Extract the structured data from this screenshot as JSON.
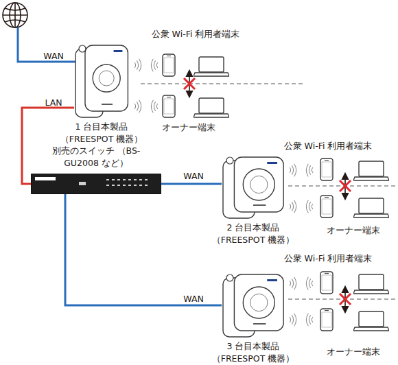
{
  "diagram": {
    "nodes": [
      {
        "text": [
          "1 台目本製品 （FREESPOT 機器）"
        ]
      },
      {
        "text": [
          "別売のスイッチ （BS-GU2008 など）"
        ]
      },
      {
        "text": [
          "2 台目本製品 （FREESPOT 機器）"
        ]
      },
      {
        "text": [
          "3 台目本製品 （FREESPOT 機器）"
        ]
      }
    ],
    "edges": [
      {
        "from": 0,
        "to": 1,
        "arrow": "none",
        "label": "LAN"
      },
      {
        "from": 1,
        "to": 2,
        "arrow": "none",
        "label": "WAN"
      },
      {
        "from": 1,
        "to": 3,
        "arrow": "none",
        "label": "WAN"
      }
    ],
    "labels": [
      "WAN",
      "公衆 Wi-Fi 利用者端末",
      "オーナー端末",
      "公衆 Wi-Fi 利用者端末",
      "オーナー端末",
      "公衆 Wi-Fi 利用者端末",
      "オーナー端末"
    ]
  }
}
